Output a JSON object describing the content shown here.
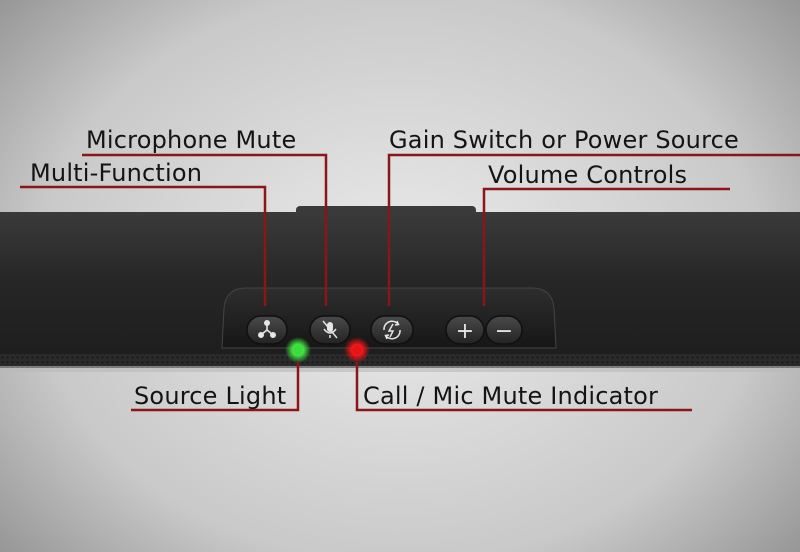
{
  "labels": {
    "microphone_mute": "Microphone Mute",
    "multi_function": "Multi-Function",
    "gain_switch": "Gain Switch or Power Source",
    "volume_controls": "Volume Controls",
    "source_light": "Source Light",
    "call_mic_mute": "Call / Mic Mute Indicator"
  },
  "buttons": {
    "plus": "+",
    "minus": "−"
  },
  "icons": {
    "multi_function": "tri-dot-icon",
    "mic_mute": "mic-slash-icon",
    "gain_switch": "refresh-bolt-icon"
  },
  "colors": {
    "callout_line": "#8c1515",
    "source_light": "#3ddc3d",
    "call_indicator": "#e81414",
    "device_body": "#2b2b2b"
  }
}
